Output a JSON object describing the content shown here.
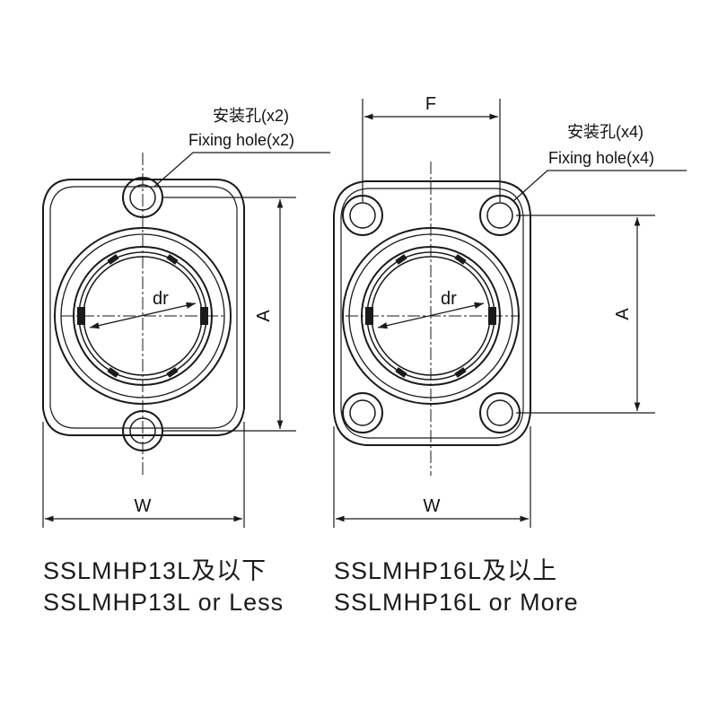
{
  "left_part": {
    "callout_cn": "安装孔(x2)",
    "callout_en": "Fixing hole(x2)",
    "dim_bore": "dr",
    "dim_height": "A",
    "dim_width": "W",
    "caption_cn": "SSLMHP13L及以下",
    "caption_en": "SSLMHP13L or Less"
  },
  "right_part": {
    "callout_cn": "安装孔(x4)",
    "callout_en": "Fixing hole(x4)",
    "dim_bore": "dr",
    "dim_height": "A",
    "dim_width": "W",
    "dim_spacing": "F",
    "caption_cn": "SSLMHP16L及以上",
    "caption_en": "SSLMHP16L or More"
  },
  "colors": {
    "line": "#1a1a1a",
    "background": "#ffffff"
  }
}
